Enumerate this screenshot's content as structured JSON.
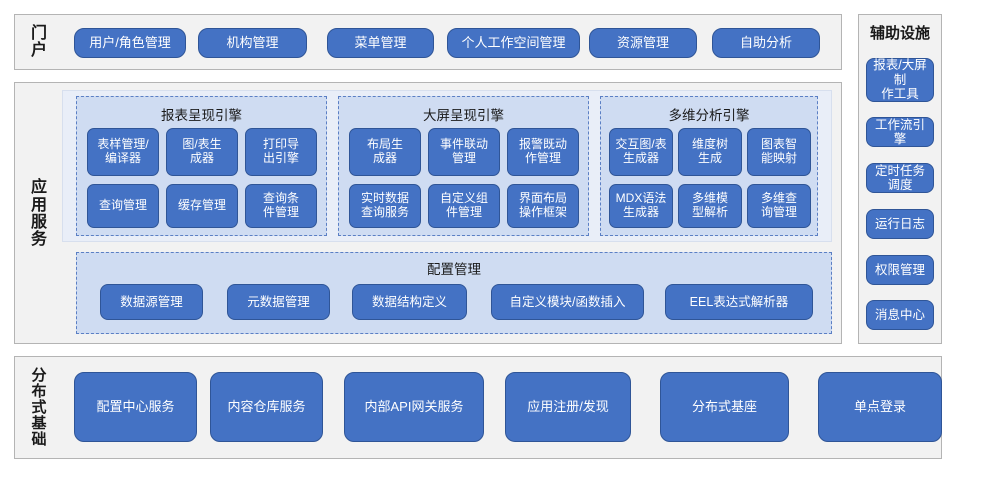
{
  "diagram": {
    "title_portal": "门户",
    "title_app": "应用服务",
    "title_infra": "分布式基础",
    "title_aux": "辅助设施",
    "colors": {
      "button_fill": "#4472C4",
      "button_border": "#2F5597",
      "panel_fill": "#CFDCF2",
      "panel_border": "#5B7FC4",
      "section_fill": "#F2F2F2",
      "section_border": "#B4B4B4",
      "engines_wrap_fill": "#E9EEF8",
      "text_light": "#FFFFFF",
      "text_dark": "#1A1A1A"
    }
  },
  "portal": {
    "label_chars": [
      "门",
      "户"
    ],
    "items": [
      {
        "label": "用户/角色管理"
      },
      {
        "label": "机构管理"
      },
      {
        "label": "菜单管理"
      },
      {
        "label": "个人工作空间管理"
      },
      {
        "label": "资源管理"
      },
      {
        "label": "自助分析"
      }
    ]
  },
  "app_service": {
    "label_chars": [
      "应",
      "用",
      "服",
      "务"
    ],
    "engines": [
      {
        "title": "报表呈现引擎",
        "items": [
          {
            "label": "表样管理/\n编译器"
          },
          {
            "label": "图/表生\n成器"
          },
          {
            "label": "打印导\n出引擎"
          },
          {
            "label": "查询管理"
          },
          {
            "label": "缓存管理"
          },
          {
            "label": "查询条\n件管理"
          }
        ]
      },
      {
        "title": "大屏呈现引擎",
        "items": [
          {
            "label": "布局生\n成器"
          },
          {
            "label": "事件联动\n管理"
          },
          {
            "label": "报警既动\n作管理"
          },
          {
            "label": "实时数据\n查询服务"
          },
          {
            "label": "自定义组\n件管理"
          },
          {
            "label": "界面布局\n操作框架"
          }
        ]
      },
      {
        "title": "多维分析引擎",
        "items": [
          {
            "label": "交互图/表\n生成器"
          },
          {
            "label": "维度树\n生成"
          },
          {
            "label": "图表智\n能映射"
          },
          {
            "label": "MDX语法\n生成器"
          },
          {
            "label": "多维模\n型解析"
          },
          {
            "label": "多维查\n询管理"
          }
        ]
      }
    ],
    "config": {
      "title": "配置管理",
      "items": [
        {
          "label": "数据源管理"
        },
        {
          "label": "元数据管理"
        },
        {
          "label": "数据结构定义"
        },
        {
          "label": "自定义模块/函数插入"
        },
        {
          "label": "EEL表达式解析器"
        }
      ]
    }
  },
  "infrastructure": {
    "label_chars": [
      "分",
      "布",
      "式",
      "基",
      "础"
    ],
    "items": [
      {
        "label": "配置中心服务"
      },
      {
        "label": "内容仓库服务"
      },
      {
        "label": "内部API网关服务"
      },
      {
        "label": "应用注册/发现"
      },
      {
        "label": "分布式基座"
      },
      {
        "label": "单点登录"
      }
    ]
  },
  "auxiliary": {
    "title": "辅助设施",
    "items": [
      {
        "label": "报表/大屏制\n作工具"
      },
      {
        "label": "工作流引擎"
      },
      {
        "label": "定时任务调度"
      },
      {
        "label": "运行日志"
      },
      {
        "label": "权限管理"
      },
      {
        "label": "消息中心"
      }
    ]
  }
}
